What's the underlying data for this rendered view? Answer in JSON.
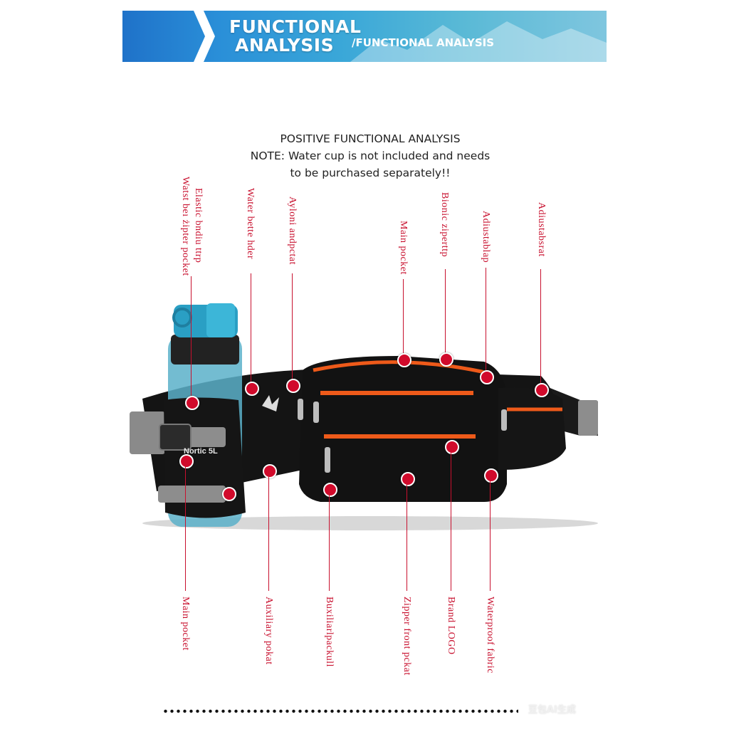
{
  "banner": {
    "title_line1": "FUNCTIONAL",
    "title_line2": "ANALYSIS",
    "subtitle": "/FUNCTIONAL ANALYSIS"
  },
  "note": {
    "line1": "POSITIVE FUNCTIONAL ANALYSIS",
    "line2": "NOTE: Water cup is not included and needs",
    "line3": "to be purchased separately!!"
  },
  "product": {
    "bottle_text": "Nortic 5L"
  },
  "top_labels": [
    "Elastic bndiu ttrp",
    "Watst beı żipter pocket",
    "Water bette hder",
    "Ayloni andpctat",
    "Main pocket",
    "Bionic ziperttp",
    "Adiustablap",
    "Adiustabsrat"
  ],
  "bottom_labels": [
    "Main pocket",
    "Auxiliary pokat",
    "Buxiliarlpackull",
    "Zipper front pckat",
    "Brand LOGO",
    "Waterproof fabric"
  ],
  "watermark": "豆包AI生成",
  "colors": {
    "accent_red": "#c8102e",
    "bag_black": "#121212",
    "zipper_orange": "#ee5a1a"
  }
}
